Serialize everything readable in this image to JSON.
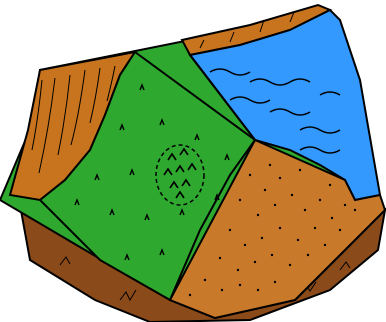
{
  "tile": {
    "terrain": [
      "cliff",
      "grassland",
      "water",
      "sand",
      "dirt"
    ],
    "colors": {
      "outline": "#000000",
      "grass": "#2ea82e",
      "grass_dark": "#1f8f1f",
      "water": "#3399ff",
      "cliff": "#c8741e",
      "sand": "#c87a2a",
      "dirt": "#8a4a1a",
      "background": "#ffffff"
    },
    "icons": [
      "rock-mound-icon",
      "grass-tuft-icon",
      "wave-icon"
    ]
  }
}
